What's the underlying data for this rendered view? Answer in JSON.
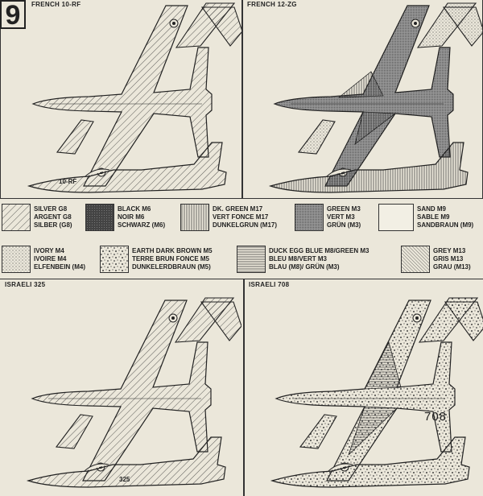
{
  "step_number": "9",
  "panels": [
    {
      "title": "FRENCH 10-RF",
      "scheme": "silver",
      "side_code": "10-RF"
    },
    {
      "title": "FRENCH 12-ZG",
      "scheme": "camo-french"
    },
    {
      "title": "ISRAELI 325",
      "scheme": "silver",
      "side_code": "325"
    },
    {
      "title": "ISRAELI 708",
      "scheme": "camo-israeli",
      "tail_code": "708"
    }
  ],
  "legend": [
    {
      "pattern": "diagonal-hatch",
      "lines": [
        "SILVER G8",
        "ARGENT G8",
        "SILBER (G8)"
      ]
    },
    {
      "pattern": "dark-stipple",
      "lines": [
        "BLACK M6",
        "NOIR M6",
        "SCHWARZ (M6)"
      ]
    },
    {
      "pattern": "vertical-lines",
      "lines": [
        "DK. GREEN M17",
        "VERT FONCE M17",
        "DUNKELGRUN (M17)"
      ]
    },
    {
      "pattern": "fine-grid",
      "lines": [
        "GREEN M3",
        "VERT M3",
        "GRÜN (M3)"
      ]
    },
    {
      "pattern": "blank",
      "lines": [
        "SAND M9",
        "SABLE M9",
        "SANDBRAUN (M9)"
      ]
    },
    {
      "pattern": "light-dots",
      "lines": [
        "IVORY M4",
        "IVOIRE M4",
        "ELFENBEIN (M4)"
      ]
    },
    {
      "pattern": "speckle",
      "lines": [
        "EARTH DARK BROWN M5",
        "TERRE BRUN FONCE M5",
        "DUNKELERDBRAUN (M5)"
      ]
    },
    {
      "pattern": "horizontal-lines",
      "lines": [
        "DUCK EGG BLUE M8/GREEN M3",
        "BLEU M8/VERT M3",
        "BLAU (M8)/ GRÜN (M3)"
      ]
    },
    {
      "pattern": "back-diagonal",
      "lines": [
        "GREY M13",
        "GRIS M13",
        "GRAU (M13)"
      ]
    }
  ],
  "colors": {
    "paper": "#ebe7da",
    "ink": "#222222"
  }
}
